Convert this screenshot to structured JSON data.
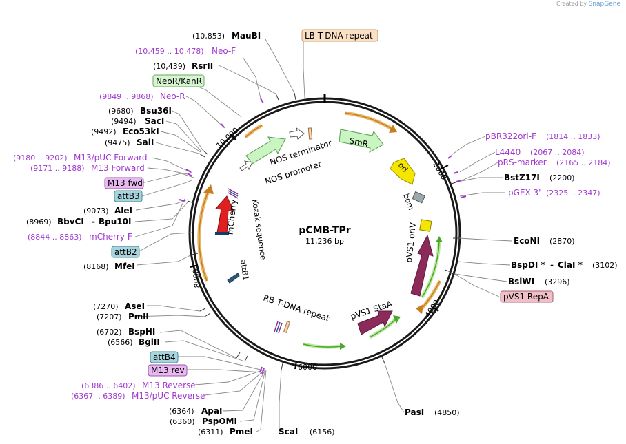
{
  "credit": {
    "text": "Created by",
    "brand": "SnapGene"
  },
  "plasmid": {
    "name": "pCMB-TPr",
    "length_label": "11,236 bp",
    "length": 11236
  },
  "ticks": [
    {
      "pos": 2000,
      "label": "2000"
    },
    {
      "pos": 4000,
      "label": "4000"
    },
    {
      "pos": 6000,
      "label": "6000"
    },
    {
      "pos": 8000,
      "label": "8000"
    },
    {
      "pos": 10000,
      "label": "10,000"
    }
  ],
  "enzymes": [
    {
      "name": "MauBI",
      "coord": "(10,853)",
      "pos": 10853
    },
    {
      "name": "RsrII",
      "coord": "(10,439)",
      "pos": 10439
    },
    {
      "name": "Bsu36I",
      "coord": "(9680)",
      "pos": 9680
    },
    {
      "name": "SacI",
      "coord": "(9494)",
      "pos": 9494
    },
    {
      "name": "Eco53kI",
      "coord": "(9492)",
      "pos": 9492
    },
    {
      "name": "SalI",
      "coord": "(9475)",
      "pos": 9475
    },
    {
      "name": "AleI",
      "coord": "(9073)",
      "pos": 9073
    },
    {
      "name": "BbvCI",
      "name2": "Bpu10I",
      "coord": "(8969)",
      "pos": 8969
    },
    {
      "name": "MfeI",
      "coord": "(8168)",
      "pos": 8168
    },
    {
      "name": "AseI",
      "coord": "(7270)",
      "pos": 7270
    },
    {
      "name": "PmlI",
      "coord": "(7207)",
      "pos": 7207
    },
    {
      "name": "BspHI",
      "coord": "(6702)",
      "pos": 6702
    },
    {
      "name": "BglII",
      "coord": "(6566)",
      "pos": 6566
    },
    {
      "name": "ApaI",
      "coord": "(6364)",
      "pos": 6364
    },
    {
      "name": "PspOMI",
      "coord": "(6360)",
      "pos": 6360
    },
    {
      "name": "PmeI",
      "coord": "(6311)",
      "pos": 6311
    },
    {
      "name": "ScaI",
      "coord": "(6156)",
      "pos": 6156
    },
    {
      "name": "PasI",
      "coord": "(4850)",
      "pos": 4850
    },
    {
      "name": "BsiWI",
      "coord": "(3296)",
      "pos": 3296
    },
    {
      "name": "BspDI *",
      "name2": "ClaI *",
      "coord": "(3102)",
      "pos": 3102
    },
    {
      "name": "EcoNI",
      "coord": "(2870)",
      "pos": 2870
    },
    {
      "name": "BstZ17I",
      "coord": "(2200)",
      "pos": 2200
    }
  ],
  "primers": [
    {
      "name": "Neo-F",
      "range": "(10,459 .. 10,478)",
      "pos": 10468
    },
    {
      "name": "Neo-R",
      "range": "(9849 .. 9868)",
      "pos": 9858
    },
    {
      "name": "M13/pUC Forward",
      "range": "(9180 .. 9202)",
      "pos": 9191
    },
    {
      "name": "M13 Forward",
      "range": "(9171 .. 9188)",
      "pos": 9180
    },
    {
      "name": "mCherry-F",
      "range": "(8844 .. 8863)",
      "pos": 8853
    },
    {
      "name": "M13 Reverse",
      "range": "(6386 .. 6402)",
      "pos": 6394
    },
    {
      "name": "M13/pUC Reverse",
      "range": "(6367 .. 6389)",
      "pos": 6378
    },
    {
      "name": "pBR322ori-F",
      "range": "(1814 .. 1833)",
      "pos": 1823
    },
    {
      "name": "L4440",
      "range": "(2067 .. 2084)",
      "pos": 2075
    },
    {
      "name": "pRS-marker",
      "range": "(2165 .. 2184)",
      "pos": 2174
    },
    {
      "name": "pGEX 3'",
      "range": "(2325 .. 2347)",
      "pos": 2336
    }
  ],
  "boxed_features": [
    {
      "name": "LB T-DNA repeat",
      "color": "#fbe0c4",
      "border": "#c59a6a",
      "pos": 10870
    },
    {
      "name": "NeoR/KanR",
      "color": "#d6f5d0",
      "border": "#6aa860",
      "pos": 10150
    },
    {
      "name": "M13 fwd",
      "color": "#e8b8f0",
      "border": "#9a5aa8",
      "pos": 9185
    },
    {
      "name": "attB3",
      "color": "#a8d4de",
      "border": "#4a8898",
      "pos": 9120
    },
    {
      "name": "attB2",
      "color": "#a8d4de",
      "border": "#4a8898",
      "pos": 8320
    },
    {
      "name": "attB4",
      "color": "#a8d4de",
      "border": "#4a8898",
      "pos": 6410
    },
    {
      "name": "M13 rev",
      "color": "#e8b8f0",
      "border": "#9a5aa8",
      "pos": 6390
    },
    {
      "name": "pVS1 RepA",
      "color": "#f0c0c8",
      "border": "#a86070",
      "pos": 3720
    }
  ],
  "inner_labels": [
    {
      "text": "NOS terminator"
    },
    {
      "text": "NOS promoter"
    },
    {
      "text": "SmR"
    },
    {
      "text": "ori"
    },
    {
      "text": "bom"
    },
    {
      "text": "pVS1 oriV"
    },
    {
      "text": "pVS1 StaA"
    },
    {
      "text": "RB T-DNA repeat"
    },
    {
      "text": "attB1"
    },
    {
      "text": "Kozak sequence"
    },
    {
      "text": "mCherry"
    }
  ],
  "colors": {
    "enzyme": "#000000",
    "primer": "#a13ad0",
    "orange_arc": "#c87d1e",
    "green_arc": "#4aa82a",
    "mcherry": "#e02020",
    "pvs1": "#8c2a5a",
    "smr": "#c8f5c0",
    "ori": "#f5e600"
  }
}
